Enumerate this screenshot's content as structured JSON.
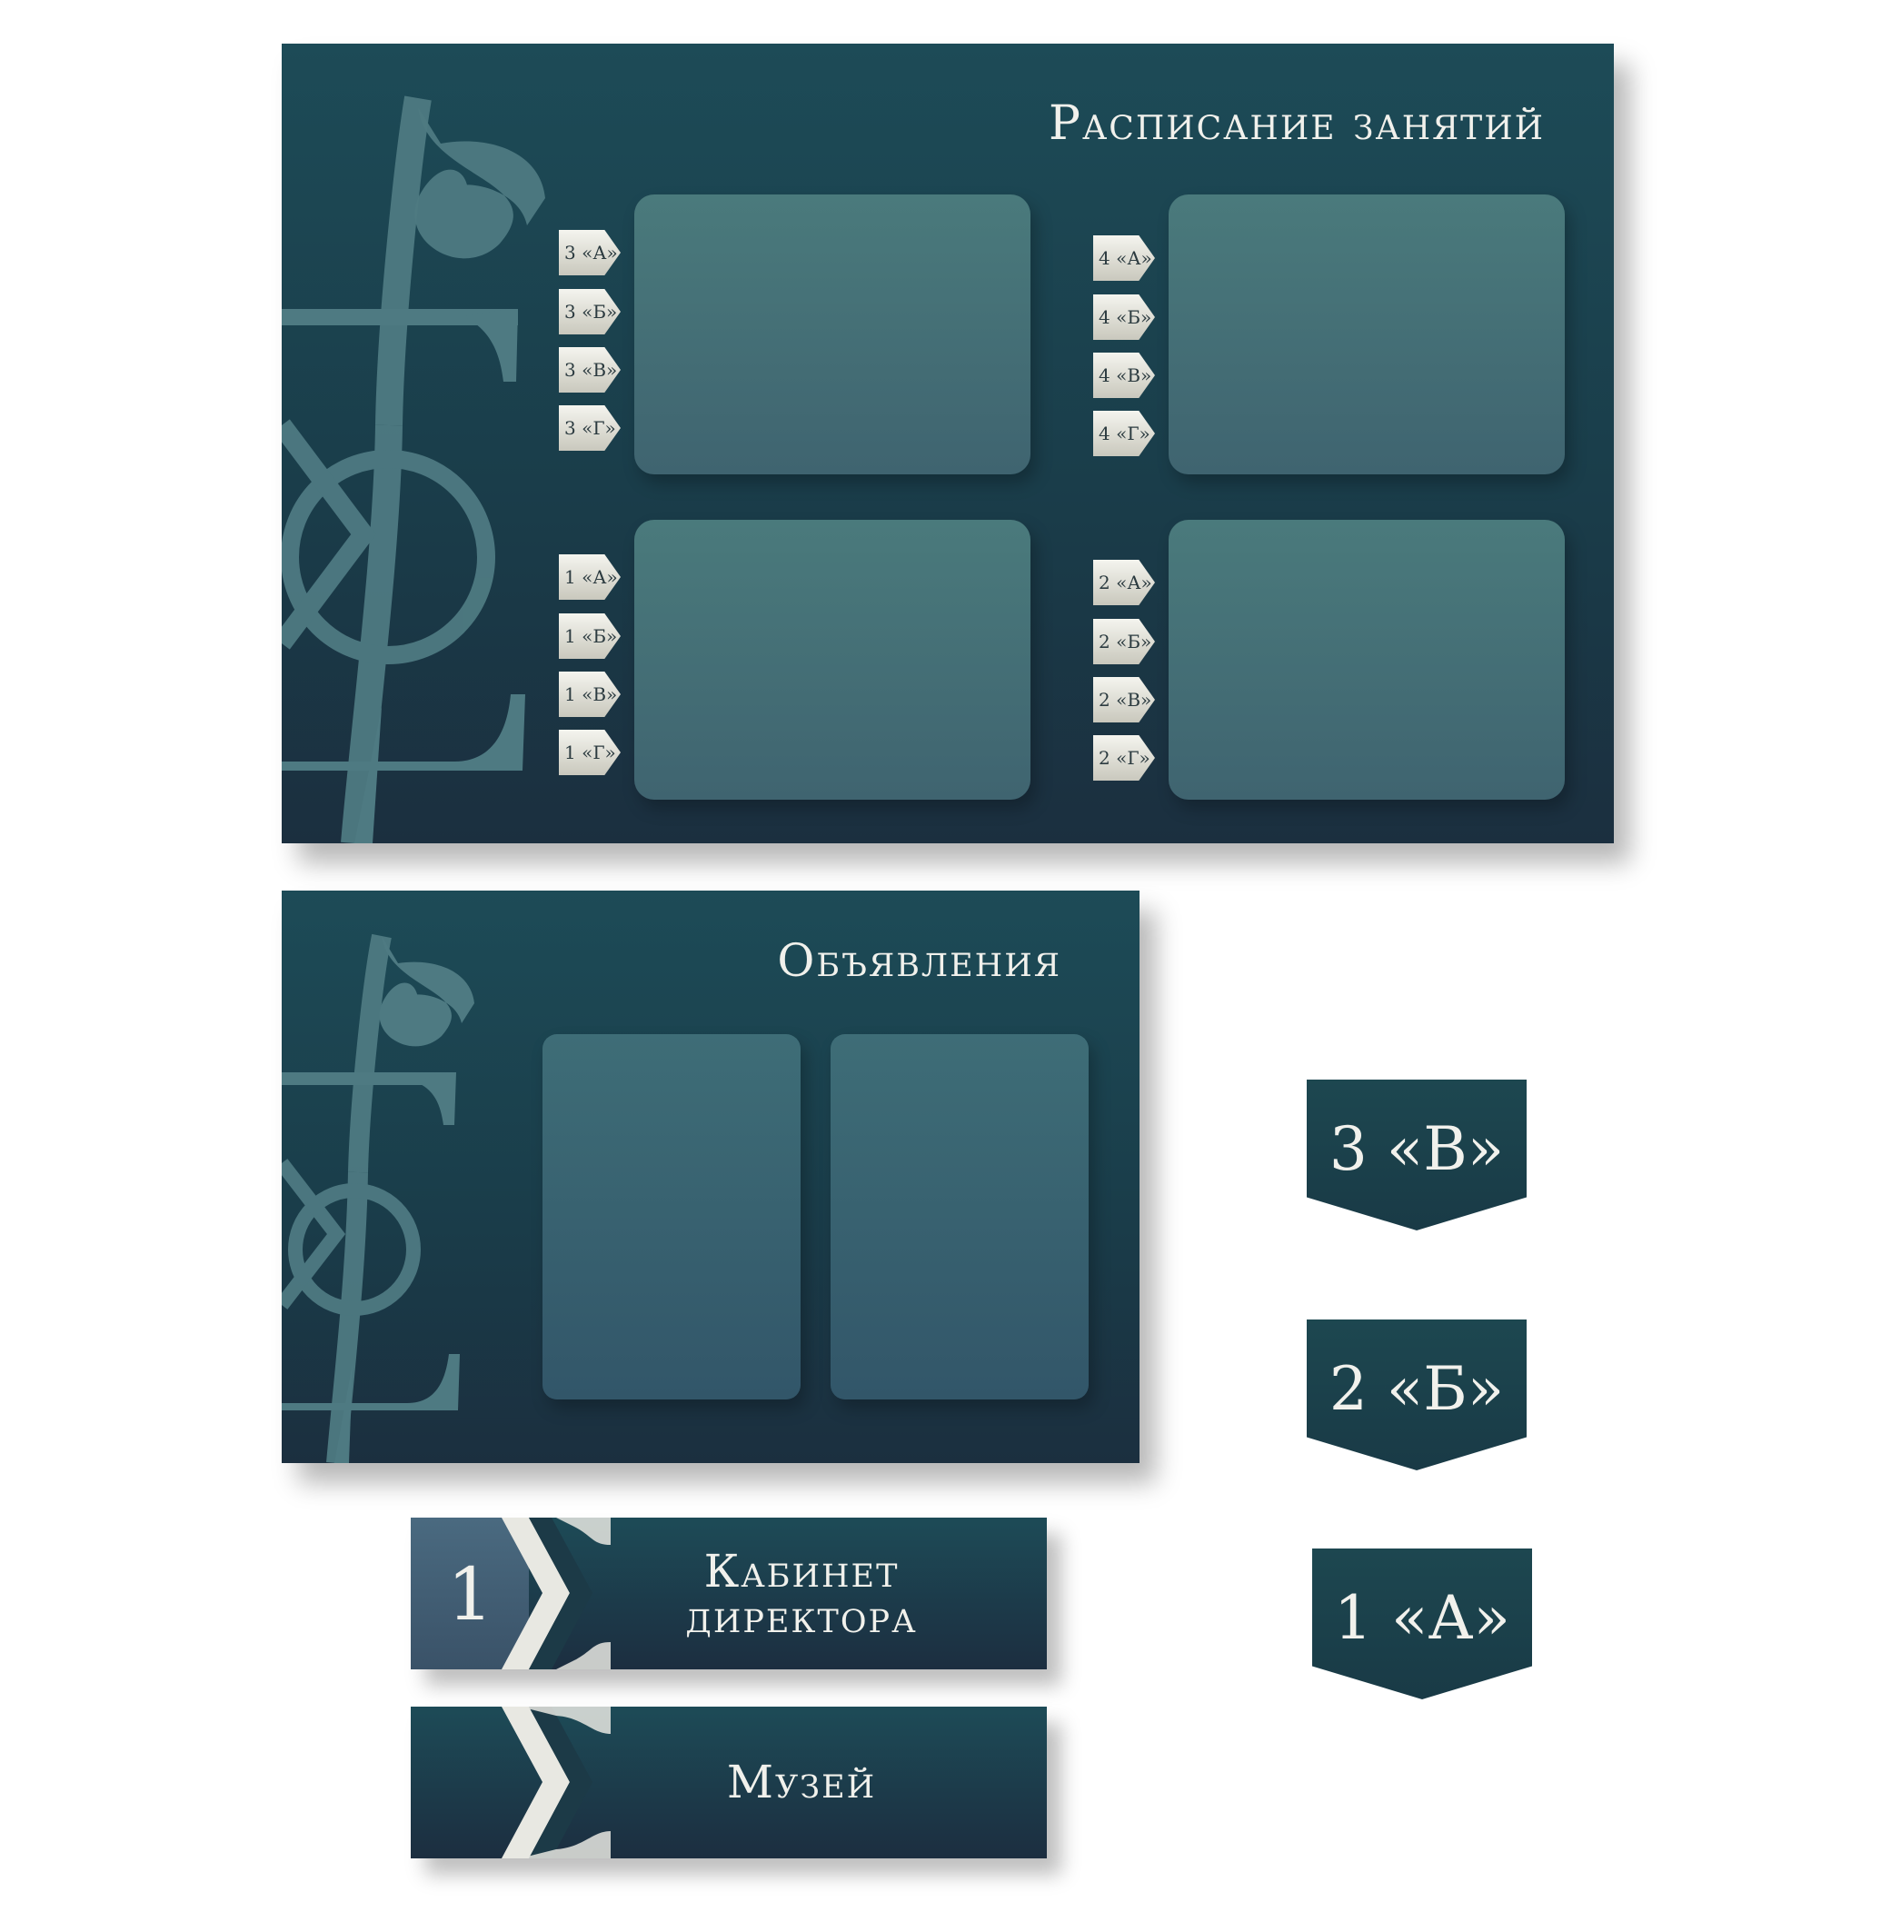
{
  "schedule_board": {
    "title": "Расписание занятий",
    "groups": [
      {
        "tabs": [
          "3 «А»",
          "3 «Б»",
          "3 «В»",
          "3 «Г»"
        ]
      },
      {
        "tabs": [
          "4 «А»",
          "4 «Б»",
          "4 «В»",
          "4 «Г»"
        ]
      },
      {
        "tabs": [
          "1 «А»",
          "1 «Б»",
          "1 «В»",
          "1 «Г»"
        ]
      },
      {
        "tabs": [
          "2 «А»",
          "2 «Б»",
          "2 «В»",
          "2 «Г»"
        ]
      }
    ]
  },
  "announcements_board": {
    "title": "Объявления"
  },
  "door_signs": [
    {
      "number": "1",
      "label_line1": "Кабинет",
      "label_line2": "директора"
    },
    {
      "label_line1": "Музей"
    }
  ],
  "class_signs": [
    "3 «В»",
    "2 «Б»",
    "1 «А»"
  ],
  "colors": {
    "board_top": "#1d4b57",
    "board_bottom": "#1b2f3f",
    "panel": "#4a7a7c",
    "tab": "#e8e7de",
    "text": "#f1f1ec"
  }
}
